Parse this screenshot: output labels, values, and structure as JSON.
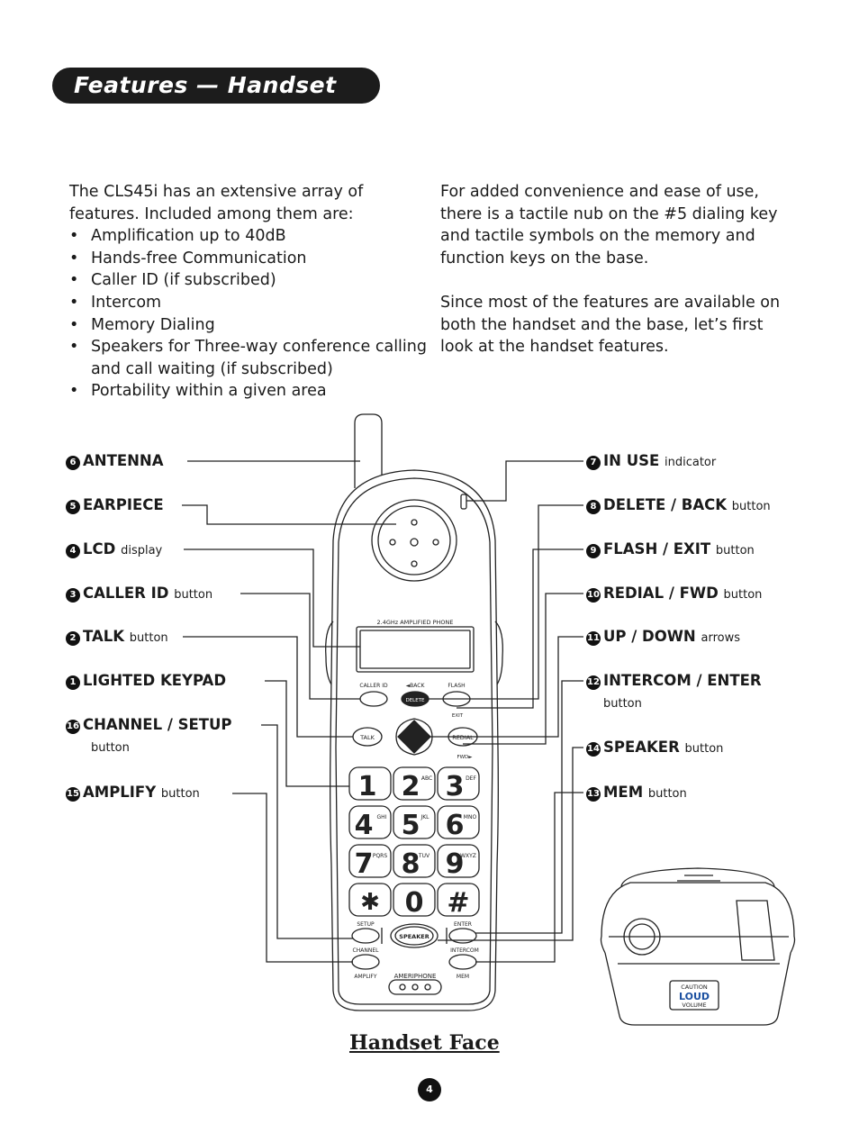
{
  "header": {
    "title": "Features — Handset"
  },
  "intro_left": {
    "text": "The CLS45i has an extensive array of features. Included among them are:",
    "bullets": [
      "Amplification up to 40dB",
      "Hands-free Communication",
      "Caller ID (if subscribed)",
      "Intercom",
      "Memory Dialing",
      "Speakers for Three-way conference calling and call waiting (if subscribed)",
      "Portability within a given area"
    ]
  },
  "intro_right": {
    "para1": "For added convenience and ease of use, there is a tactile nub on the #5 dialing key and tactile symbols on the memory and function keys on the base.",
    "para2": "Since most of the features are available on both the handset and the base, let’s first look at the handset features."
  },
  "callouts_left": [
    {
      "num": "6",
      "label": "ANTENNA",
      "sub": ""
    },
    {
      "num": "5",
      "label": "EARPIECE",
      "sub": ""
    },
    {
      "num": "4",
      "label": "LCD",
      "sub": "display"
    },
    {
      "num": "3",
      "label": "CALLER ID",
      "sub": "button"
    },
    {
      "num": "2",
      "label": "TALK",
      "sub": "button"
    },
    {
      "num": "1",
      "label": "LIGHTED KEYPAD",
      "sub": ""
    },
    {
      "num": "16",
      "label": "CHANNEL / SETUP",
      "sub": "button"
    },
    {
      "num": "15",
      "label": "AMPLIFY",
      "sub": "button"
    }
  ],
  "callouts_right": [
    {
      "num": "7",
      "label": "IN USE",
      "sub": "indicator"
    },
    {
      "num": "8",
      "label": "DELETE / BACK",
      "sub": "button"
    },
    {
      "num": "9",
      "label": "FLASH / EXIT",
      "sub": "button"
    },
    {
      "num": "10",
      "label": "REDIAL / FWD",
      "sub": "button"
    },
    {
      "num": "11",
      "label": "UP / DOWN",
      "sub": "arrows"
    },
    {
      "num": "12",
      "label": "INTERCOM / ENTER",
      "sub": "button"
    },
    {
      "num": "14",
      "label": "SPEAKER",
      "sub": "button"
    },
    {
      "num": "13",
      "label": "MEM",
      "sub": "button"
    }
  ],
  "handset": {
    "lcd_caption": "2.4GHz AMPLIFIED PHONE",
    "caller_id": "CALLER ID",
    "back": "◄BACK",
    "delete": "DELETE",
    "flash": "FLASH",
    "exit": "EXIT",
    "talk": "TALK",
    "redial": "REDIAL",
    "fwd": "FWD►",
    "setup": "SETUP",
    "channel": "CHANNEL",
    "amplify": "AMPLIFY",
    "speaker": "SPEAKER",
    "enter": "ENTER",
    "intercom": "INTERCOM",
    "mem": "MEM",
    "brand": "AMERIPHONE",
    "keys": [
      {
        "digit": "1",
        "letters": ""
      },
      {
        "digit": "2",
        "letters": "ABC"
      },
      {
        "digit": "3",
        "letters": "DEF"
      },
      {
        "digit": "4",
        "letters": "GHI"
      },
      {
        "digit": "5",
        "letters": "JKL"
      },
      {
        "digit": "6",
        "letters": "MNO"
      },
      {
        "digit": "7",
        "letters": "PQRS"
      },
      {
        "digit": "8",
        "letters": "TUV"
      },
      {
        "digit": "9",
        "letters": "WXYZ"
      },
      {
        "digit": "✱",
        "letters": ""
      },
      {
        "digit": "0",
        "letters": ""
      },
      {
        "digit": "#",
        "letters": ""
      }
    ]
  },
  "base_label": {
    "line1": "CAUTION",
    "line2": "LOUD",
    "line3": "VOLUME"
  },
  "figure_title": "Handset Face",
  "page_number": "4"
}
